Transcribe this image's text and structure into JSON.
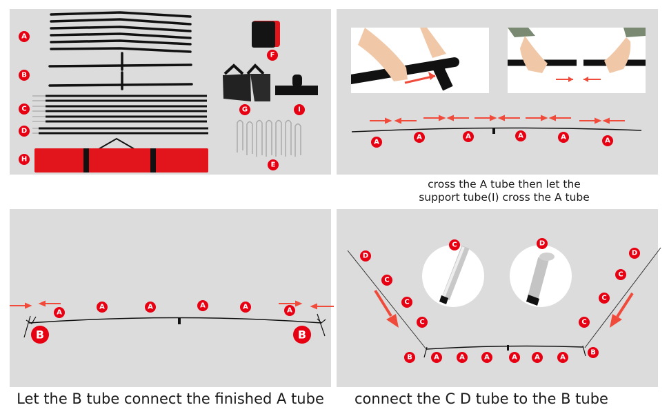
{
  "accent_color": "#e60012",
  "panel_color": "#dcdcdc",
  "panels": {
    "parts": {
      "labels": [
        "A",
        "B",
        "C",
        "D",
        "H",
        "F",
        "G",
        "I",
        "E"
      ],
      "parts_descriptions": {
        "A": "tube-A-bent-poles",
        "B": "tube-B-t-joint-poles",
        "C": "tube-C-poles",
        "D": "tube-D-poles",
        "E": "ground-stakes",
        "F": "net",
        "G": "sandbags",
        "H": "carry-bag",
        "I": "support-tube"
      }
    },
    "step1": {
      "caption_line1": "cross the A tube then let the",
      "caption_line2": "support tube(I) cross the A tube",
      "labels": [
        "A",
        "A",
        "A",
        "A",
        "A",
        "A"
      ]
    },
    "step2": {
      "caption": "Let the B tube connect the finished A tube",
      "labels_a": [
        "A",
        "A",
        "A",
        "A",
        "A",
        "A"
      ],
      "labels_b": [
        "B",
        "B"
      ]
    },
    "step3": {
      "caption": "connect the C D tube to the B tube",
      "detail_labels": [
        "C",
        "D"
      ],
      "left_labels": [
        "D",
        "C",
        "C",
        "C"
      ],
      "right_labels": [
        "D",
        "C",
        "C",
        "C"
      ],
      "bottom_labels": [
        "B",
        "A",
        "A",
        "A",
        "A",
        "A",
        "A",
        "B"
      ]
    }
  }
}
